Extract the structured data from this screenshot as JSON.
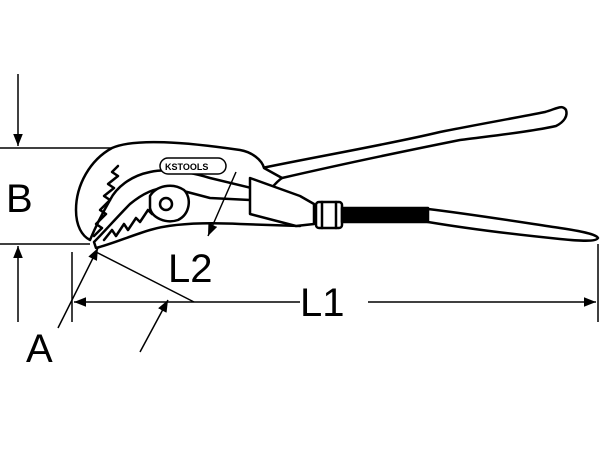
{
  "diagram": {
    "brand_logo_text": "KSTOOLS",
    "dimensions": {
      "B": "B",
      "A": "A",
      "L1": "L1",
      "L2": "L2"
    },
    "line_color": "#000000",
    "background_color": "#ffffff"
  }
}
